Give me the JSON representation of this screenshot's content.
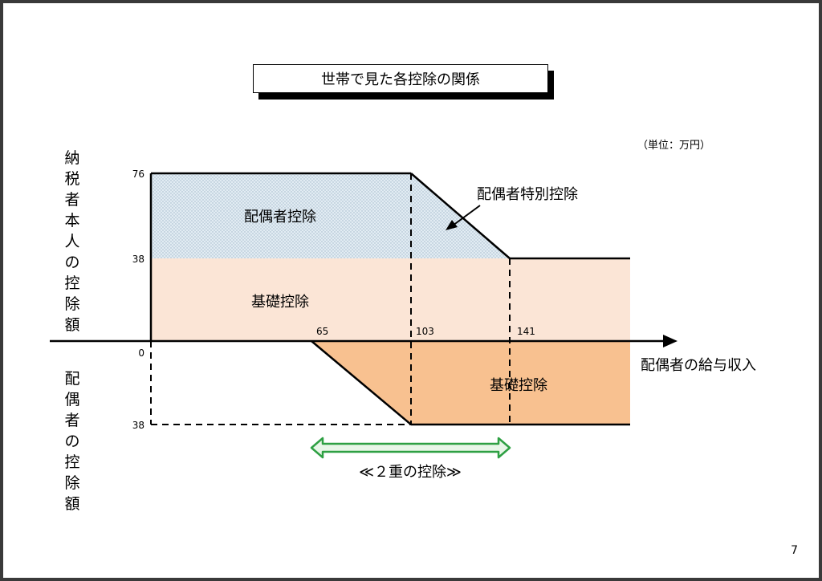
{
  "title": "世帯で見た各控除の関係",
  "unit": "（単位：万円）",
  "y_label_upper": "納税者本人の控除額",
  "y_label_lower": "配偶者の控除額",
  "x_label": "配偶者の給与収入",
  "y_ticks": {
    "top": "76",
    "middle": "38",
    "zero": "0",
    "lower": "38"
  },
  "x_ticks": [
    "65",
    "103",
    "141"
  ],
  "regions": {
    "spouse_deduction": "配偶者控除",
    "basic_deduction_taxpayer": "基礎控除",
    "basic_deduction_spouse": "基礎控除"
  },
  "special_deduction_label": "配偶者特別控除",
  "double_deduction_label": "≪２重の控除≫",
  "page_number": "7",
  "colors": {
    "spouse_fill": "#dce8f0",
    "basic_upper_fill": "#fbe5d6",
    "basic_lower_fill": "#f8c190",
    "arrow_green": "#2ea043",
    "arrow_green_fill": "#e8f6e8"
  }
}
